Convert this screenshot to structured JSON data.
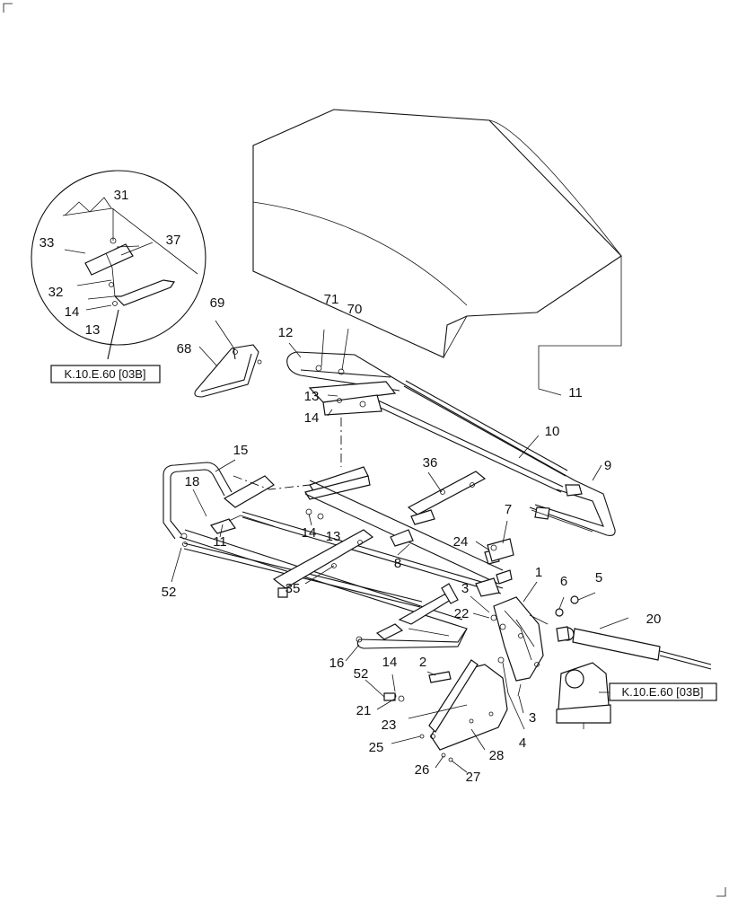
{
  "callouts": [
    {
      "id": "c31",
      "text": "31"
    },
    {
      "id": "c33",
      "text": "33"
    },
    {
      "id": "c37",
      "text": "37"
    },
    {
      "id": "c32",
      "text": "32"
    },
    {
      "id": "c14a",
      "text": "14"
    },
    {
      "id": "c13a",
      "text": "13"
    },
    {
      "id": "c69",
      "text": "69"
    },
    {
      "id": "c68",
      "text": "68"
    },
    {
      "id": "c71",
      "text": "71"
    },
    {
      "id": "c70",
      "text": "70"
    },
    {
      "id": "c12",
      "text": "12"
    },
    {
      "id": "c13b",
      "text": "13"
    },
    {
      "id": "c14b",
      "text": "14"
    },
    {
      "id": "c11a",
      "text": "11"
    },
    {
      "id": "c10",
      "text": "10"
    },
    {
      "id": "c9",
      "text": "9"
    },
    {
      "id": "c15",
      "text": "15"
    },
    {
      "id": "c36",
      "text": "36"
    },
    {
      "id": "c18",
      "text": "18"
    },
    {
      "id": "c7",
      "text": "7"
    },
    {
      "id": "c14c",
      "text": "14"
    },
    {
      "id": "c13c",
      "text": "13"
    },
    {
      "id": "c11b",
      "text": "11"
    },
    {
      "id": "c24",
      "text": "24"
    },
    {
      "id": "c8",
      "text": "8"
    },
    {
      "id": "c52a",
      "text": "52"
    },
    {
      "id": "c35",
      "text": "35"
    },
    {
      "id": "c1",
      "text": "1"
    },
    {
      "id": "c6",
      "text": "6"
    },
    {
      "id": "c5",
      "text": "5"
    },
    {
      "id": "c3a",
      "text": "3"
    },
    {
      "id": "c22",
      "text": "22"
    },
    {
      "id": "c20",
      "text": "20"
    },
    {
      "id": "c16",
      "text": "16"
    },
    {
      "id": "c2",
      "text": "2"
    },
    {
      "id": "c14d",
      "text": "14"
    },
    {
      "id": "c52b",
      "text": "52"
    },
    {
      "id": "c3b",
      "text": "3"
    },
    {
      "id": "c21",
      "text": "21"
    },
    {
      "id": "c23",
      "text": "23"
    },
    {
      "id": "c4",
      "text": "4"
    },
    {
      "id": "c25",
      "text": "25"
    },
    {
      "id": "c28",
      "text": "28"
    },
    {
      "id": "c26",
      "text": "26"
    },
    {
      "id": "c27",
      "text": "27"
    }
  ],
  "references": [
    {
      "id": "ref-left",
      "text": "K.10.E.60 [03B]"
    },
    {
      "id": "ref-right",
      "text": "K.10.E.60 [03B]"
    }
  ]
}
